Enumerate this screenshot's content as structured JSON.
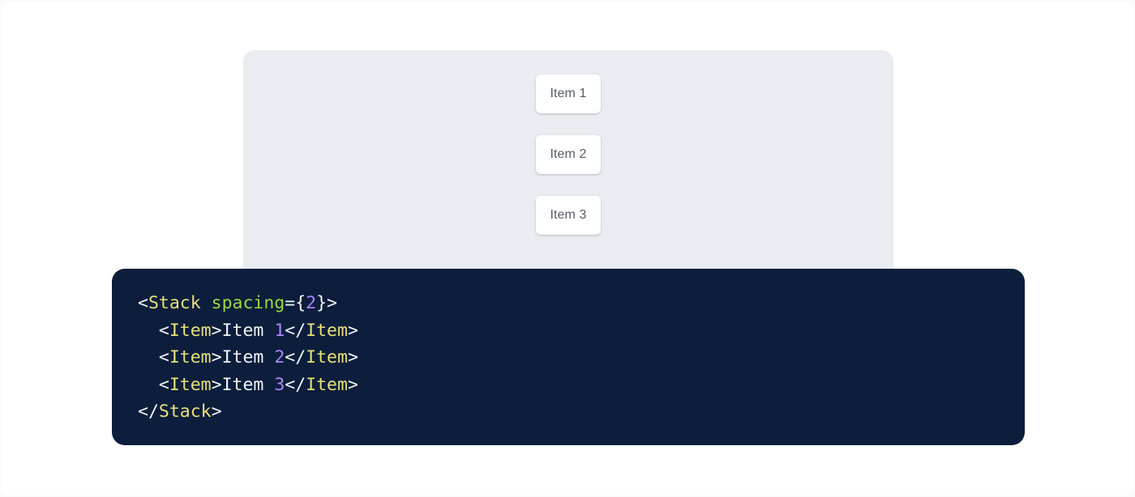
{
  "preview": {
    "panel_name": "stack-preview",
    "background_color": "#e9ecf1",
    "items": [
      {
        "label": "Item 1"
      },
      {
        "label": "Item 2"
      },
      {
        "label": "Item 3"
      }
    ]
  },
  "code": {
    "language": "jsx",
    "background_color": "#0c1e3c",
    "colors": {
      "punctuation": "#f2f5f9",
      "tag": "#e7e07a",
      "attribute": "#98d944",
      "number": "#ab87fb",
      "text": "#f2f5f9"
    },
    "lines": [
      {
        "tokens": [
          {
            "t": "<",
            "c": "punct"
          },
          {
            "t": "Stack",
            "c": "tag"
          },
          {
            "t": " ",
            "c": "punct"
          },
          {
            "t": "spacing",
            "c": "attr"
          },
          {
            "t": "={",
            "c": "punct"
          },
          {
            "t": "2",
            "c": "num"
          },
          {
            "t": "}>",
            "c": "punct"
          }
        ]
      },
      {
        "tokens": [
          {
            "t": "  <",
            "c": "punct"
          },
          {
            "t": "Item",
            "c": "tag"
          },
          {
            "t": ">",
            "c": "punct"
          },
          {
            "t": "Item ",
            "c": "text"
          },
          {
            "t": "1",
            "c": "num"
          },
          {
            "t": "</",
            "c": "punct"
          },
          {
            "t": "Item",
            "c": "tag"
          },
          {
            "t": ">",
            "c": "punct"
          }
        ]
      },
      {
        "tokens": [
          {
            "t": "  <",
            "c": "punct"
          },
          {
            "t": "Item",
            "c": "tag"
          },
          {
            "t": ">",
            "c": "punct"
          },
          {
            "t": "Item ",
            "c": "text"
          },
          {
            "t": "2",
            "c": "num"
          },
          {
            "t": "</",
            "c": "punct"
          },
          {
            "t": "Item",
            "c": "tag"
          },
          {
            "t": ">",
            "c": "punct"
          }
        ]
      },
      {
        "tokens": [
          {
            "t": "  <",
            "c": "punct"
          },
          {
            "t": "Item",
            "c": "tag"
          },
          {
            "t": ">",
            "c": "punct"
          },
          {
            "t": "Item ",
            "c": "text"
          },
          {
            "t": "3",
            "c": "num"
          },
          {
            "t": "</",
            "c": "punct"
          },
          {
            "t": "Item",
            "c": "tag"
          },
          {
            "t": ">",
            "c": "punct"
          }
        ]
      },
      {
        "tokens": [
          {
            "t": "</",
            "c": "punct"
          },
          {
            "t": "Stack",
            "c": "tag"
          },
          {
            "t": ">",
            "c": "punct"
          }
        ]
      }
    ]
  }
}
